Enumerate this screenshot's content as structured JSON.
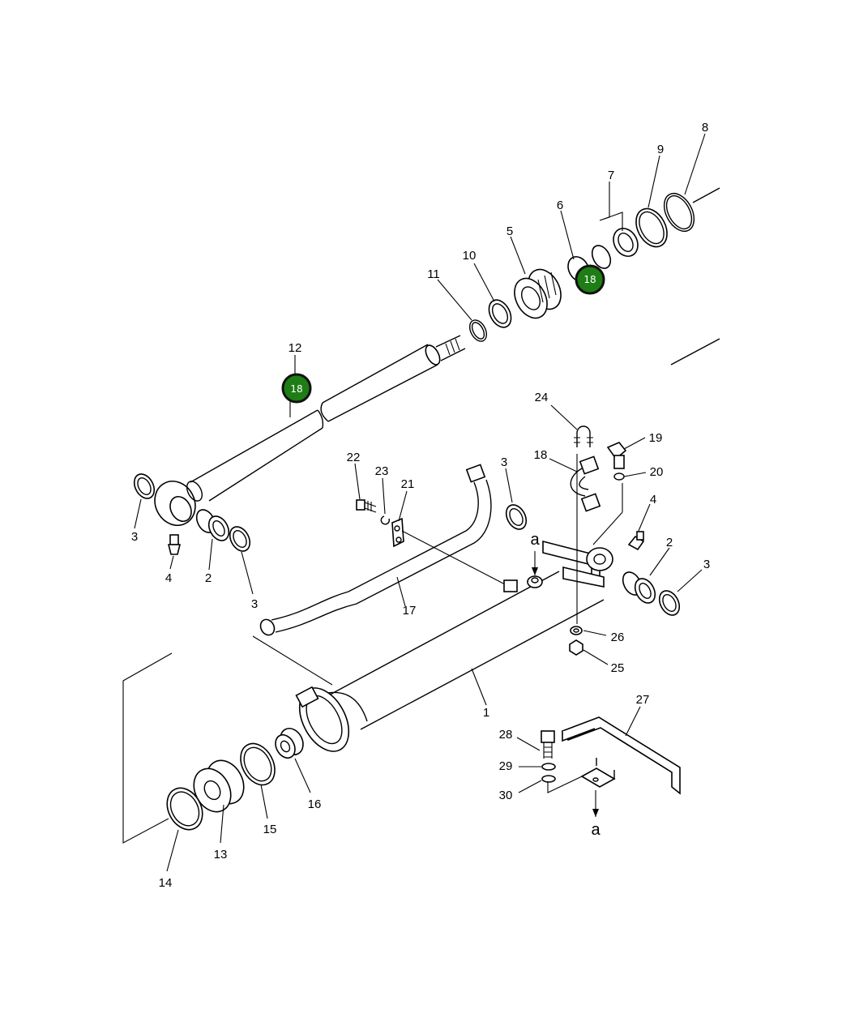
{
  "labels": {
    "l1": "1",
    "l2a": "2",
    "l2b": "2",
    "l3a": "3",
    "l3b": "3",
    "l3c": "3",
    "l3d": "3",
    "l4a": "4",
    "l4b": "4",
    "l5": "5",
    "l6": "6",
    "l7": "7",
    "l8": "8",
    "l9": "9",
    "l10": "10",
    "l11": "11",
    "l12": "12",
    "l13": "13",
    "l14": "14",
    "l15": "15",
    "l16": "16",
    "l17": "17",
    "l18": "18",
    "l19": "19",
    "l20": "20",
    "l21": "21",
    "l22": "22",
    "l23": "23",
    "l24": "24",
    "l25": "25",
    "l26": "26",
    "l27": "27",
    "l28": "28",
    "l29": "29",
    "l30": "30"
  },
  "refs": {
    "a_top": "a",
    "a_bottom": "a"
  },
  "badges": [
    {
      "text": "18",
      "color": "#1e7d15"
    },
    {
      "text": "18",
      "color": "#1e7d15"
    }
  ]
}
